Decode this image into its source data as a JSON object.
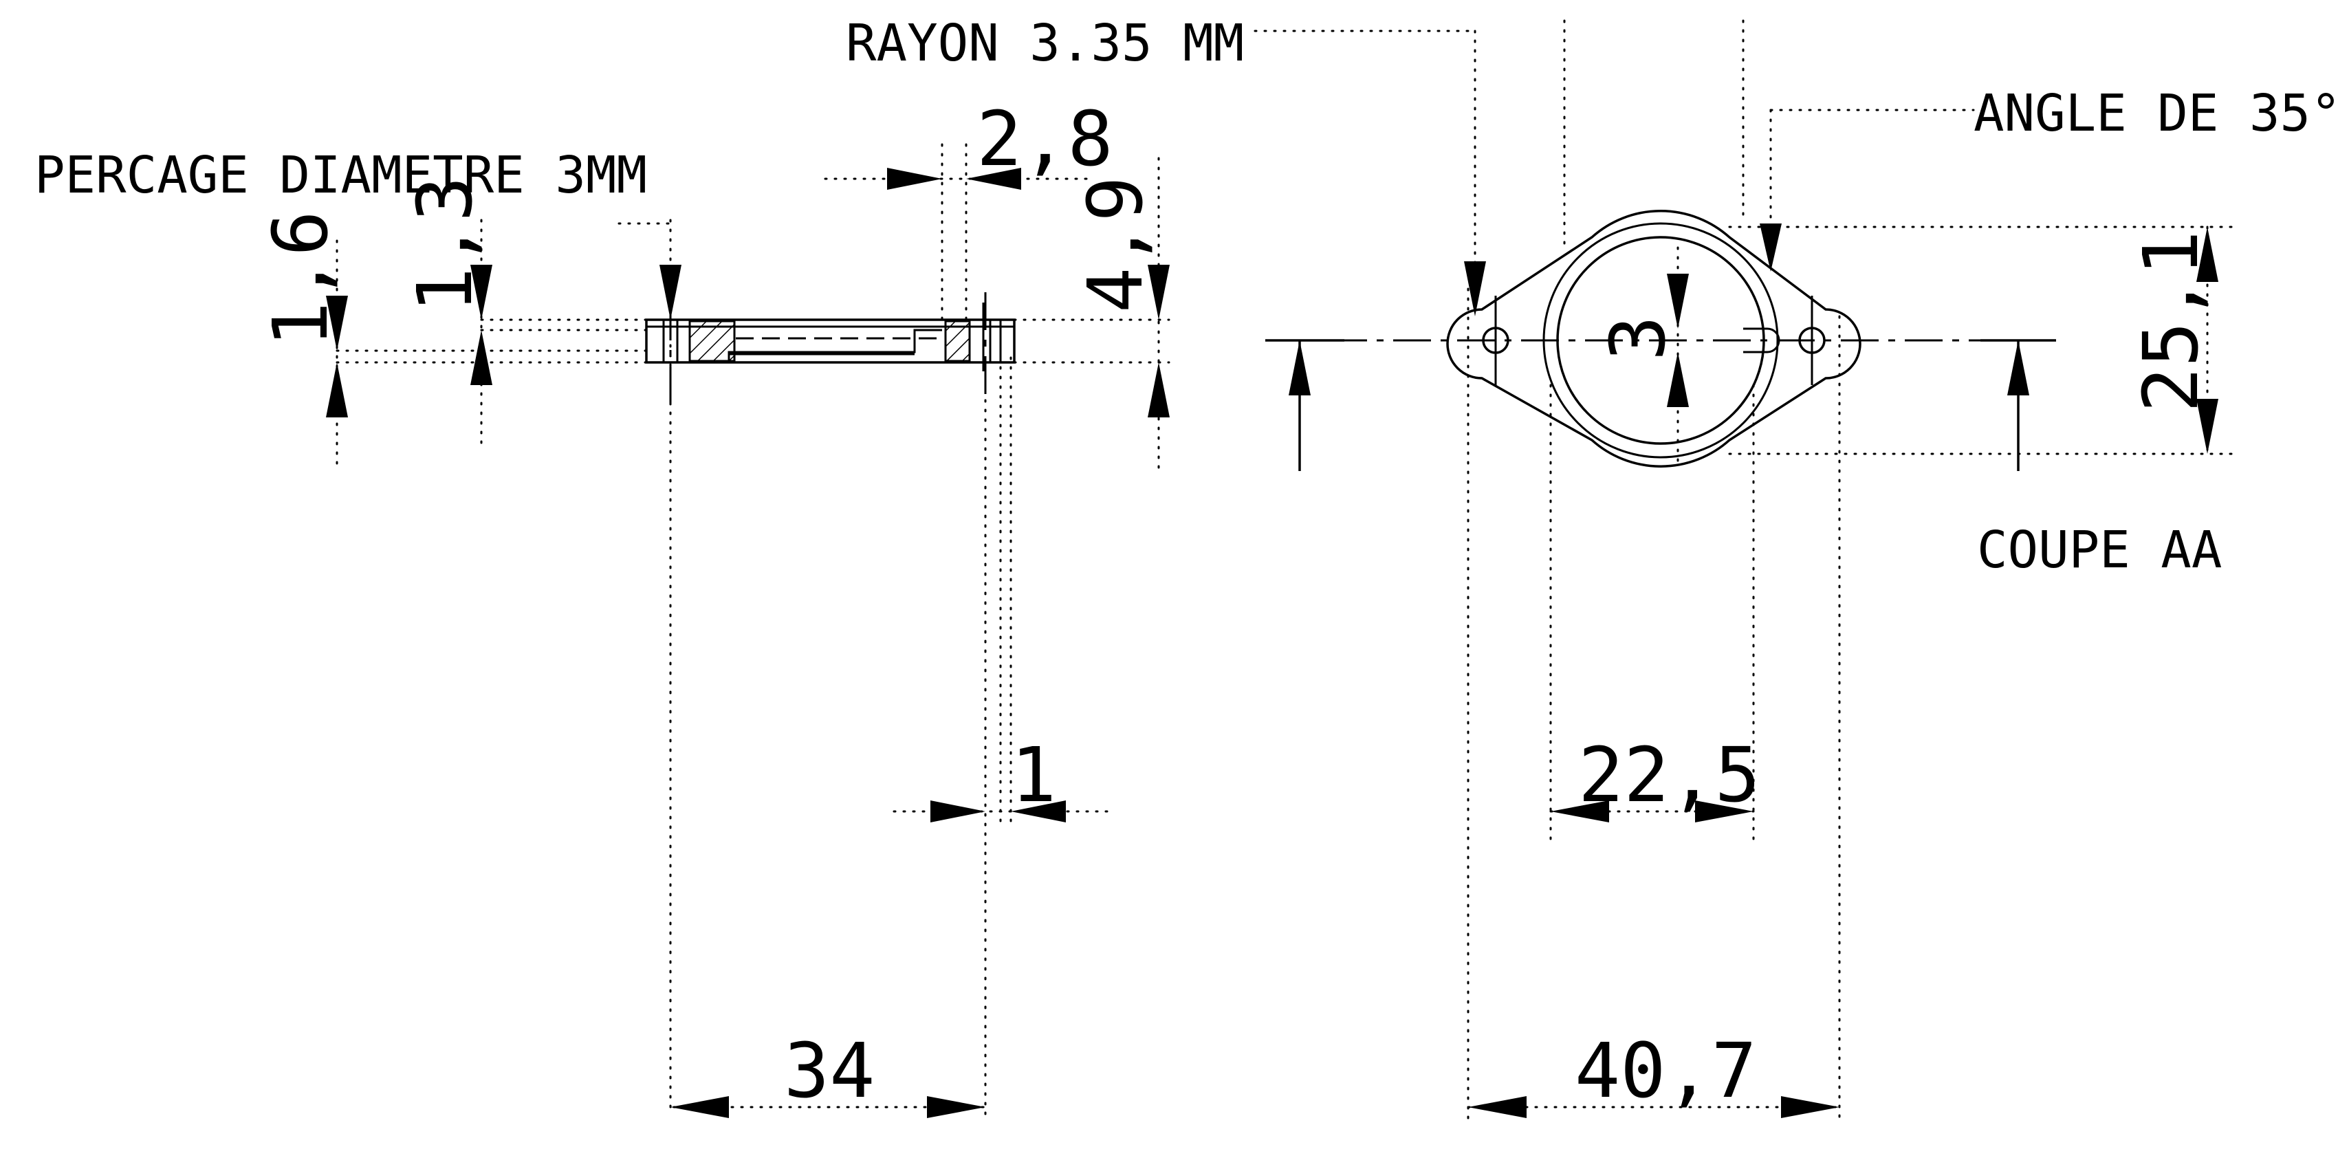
{
  "labels": {
    "rayon": "RAYON 3.35 MM",
    "angle": "ANGLE DE 35°",
    "percage": "PERCAGE DIAMETRE 3MM",
    "coupe": "COUPE AA"
  },
  "dimensions": {
    "d_2_8": "2,8",
    "d_4_9": "4,9",
    "d_1_6": "1,6",
    "d_1_3": "1,3",
    "d_1": "1",
    "d_34": "34",
    "d_3": "3",
    "d_25_1": "25,1",
    "d_22_5": "22,5",
    "d_40_7": "40,7"
  }
}
